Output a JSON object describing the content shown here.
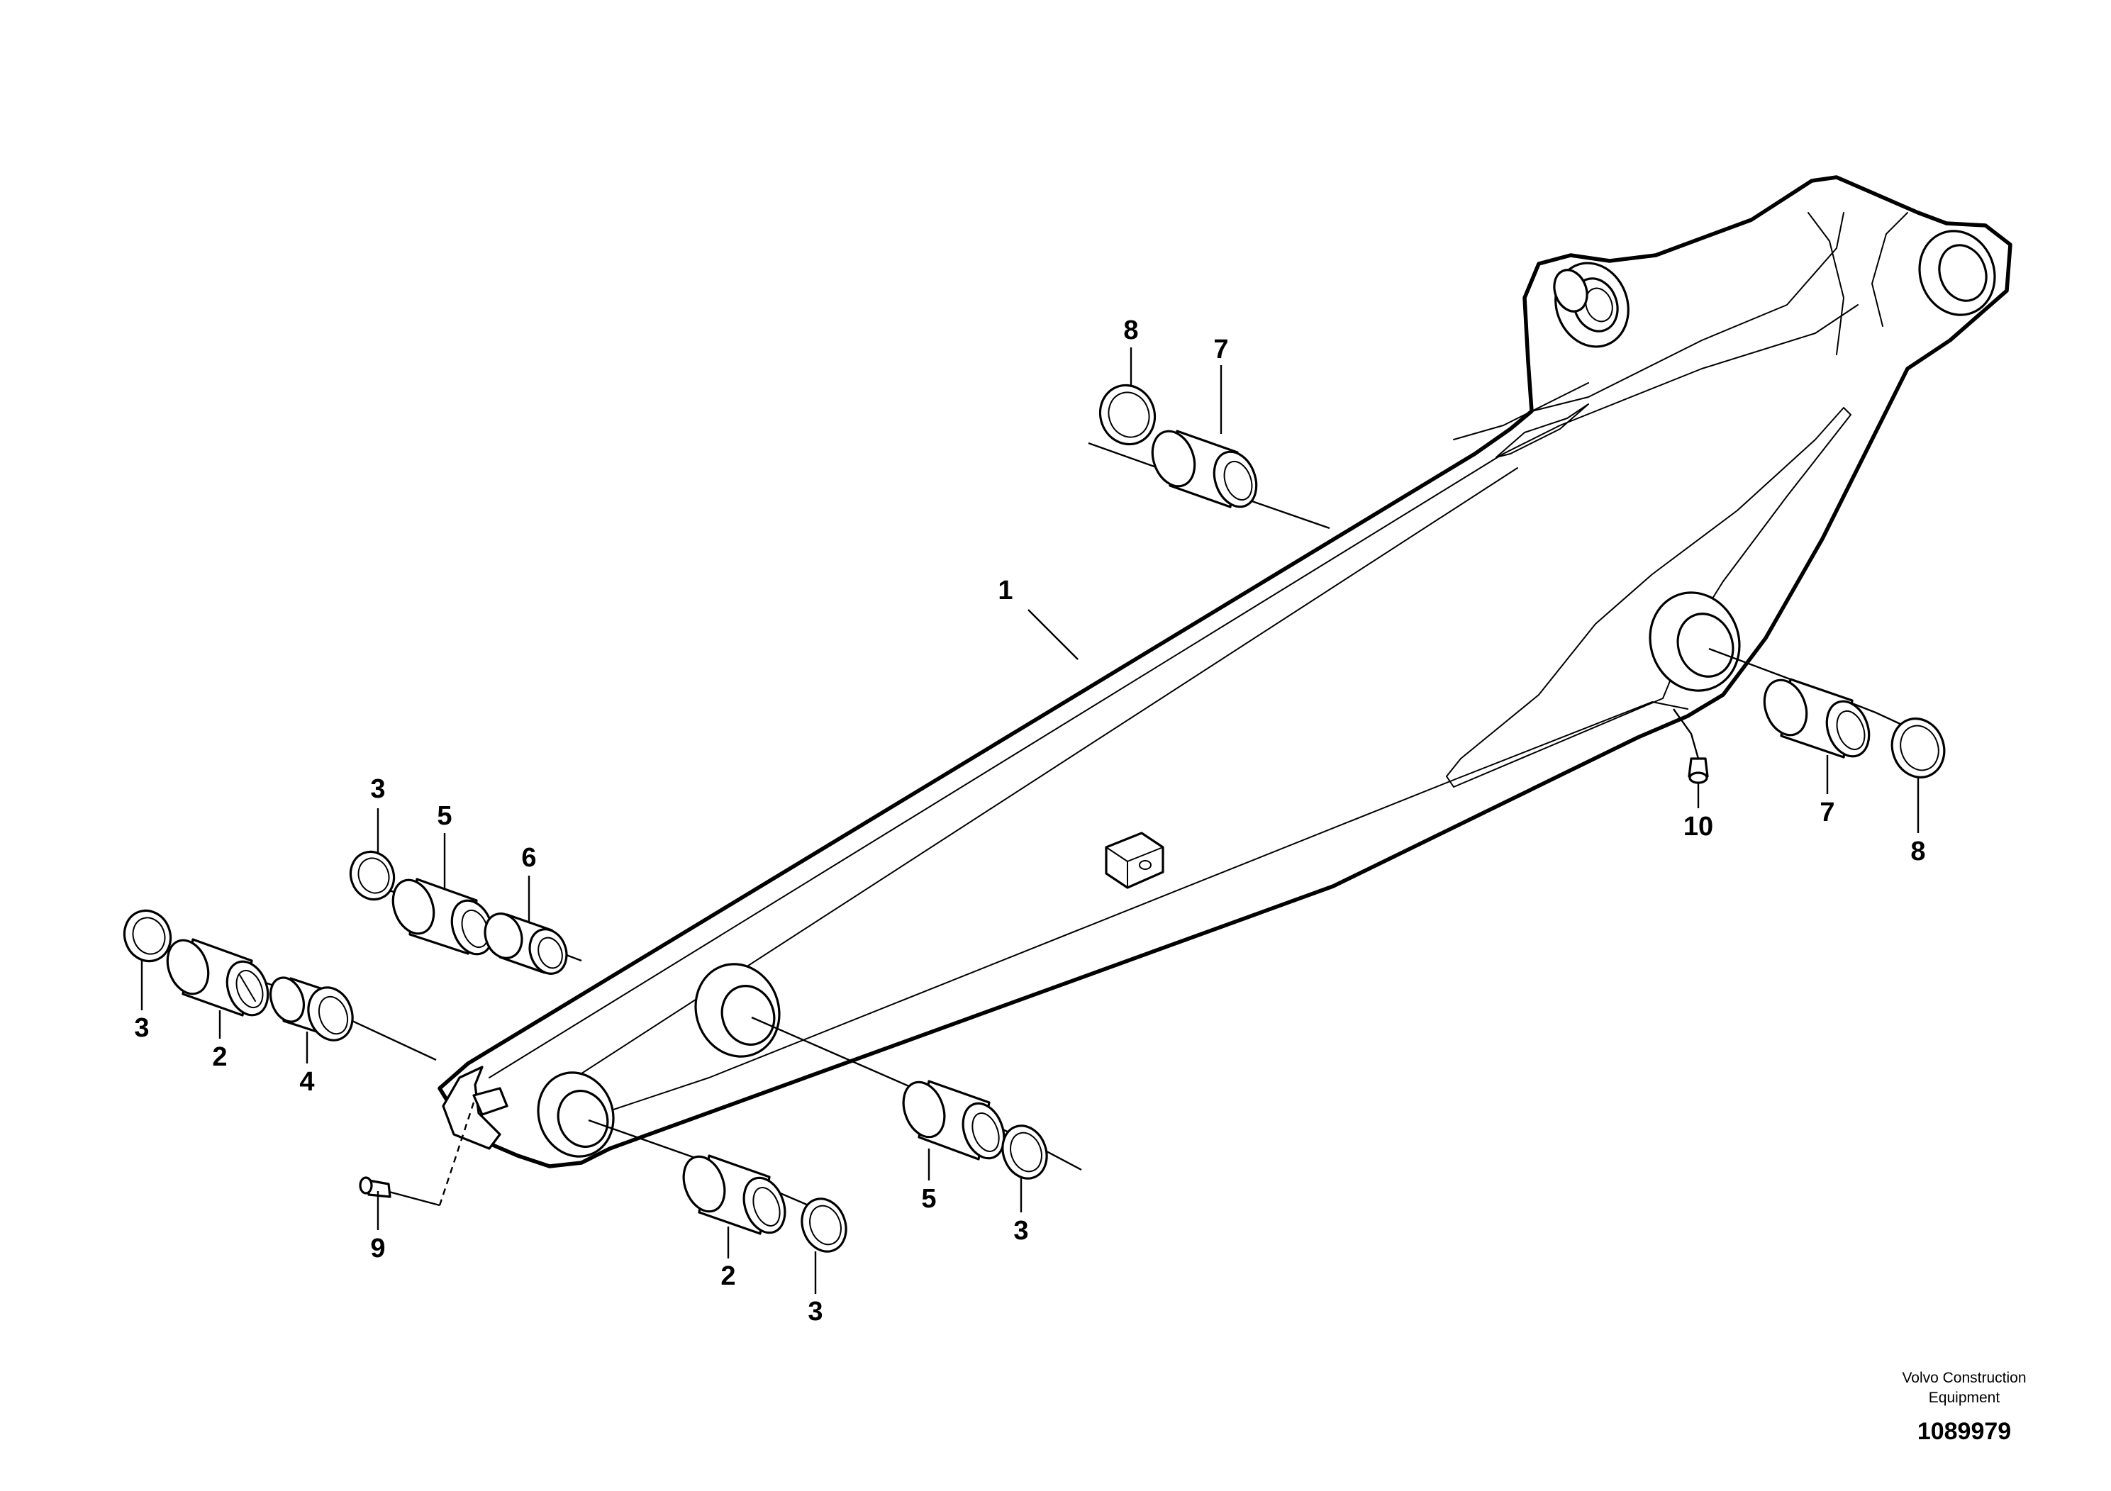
{
  "diagram": {
    "callouts": [
      {
        "id": "c1",
        "label": "1"
      },
      {
        "id": "c2a",
        "label": "2"
      },
      {
        "id": "c2b",
        "label": "2"
      },
      {
        "id": "c3a",
        "label": "3"
      },
      {
        "id": "c3b",
        "label": "3"
      },
      {
        "id": "c3c",
        "label": "3"
      },
      {
        "id": "c3d",
        "label": "3"
      },
      {
        "id": "c4",
        "label": "4"
      },
      {
        "id": "c5a",
        "label": "5"
      },
      {
        "id": "c5b",
        "label": "5"
      },
      {
        "id": "c6",
        "label": "6"
      },
      {
        "id": "c7a",
        "label": "7"
      },
      {
        "id": "c7b",
        "label": "7"
      },
      {
        "id": "c8a",
        "label": "8"
      },
      {
        "id": "c8b",
        "label": "8"
      },
      {
        "id": "c9",
        "label": "9"
      },
      {
        "id": "c10",
        "label": "10"
      }
    ]
  },
  "footer": {
    "brand_line1": "Volvo Construction",
    "brand_line2": "Equipment",
    "doc_number": "1089979"
  }
}
